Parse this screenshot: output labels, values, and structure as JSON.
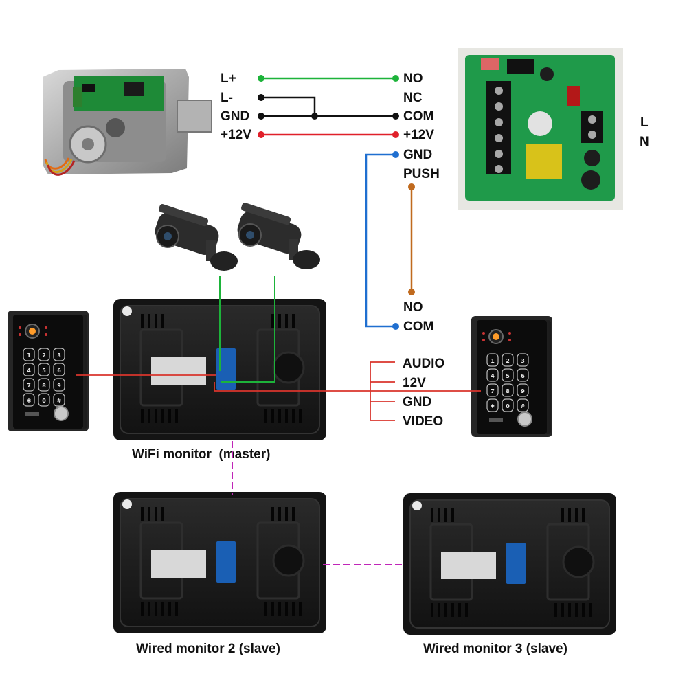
{
  "lock_terminals": [
    "L+",
    "L-",
    "GND",
    "+12V"
  ],
  "power_terminals": [
    "NO",
    "NC",
    "COM",
    "+12V",
    "GND",
    "PUSH"
  ],
  "mains_labels": [
    "L",
    "N"
  ],
  "exit_button_labels": [
    "NO",
    "COM"
  ],
  "monitor_wires": [
    "AUDIO",
    "12V",
    "GND",
    "VIDEO"
  ],
  "captions": {
    "master": "WiFi monitor  (master)",
    "slave2": "Wired monitor 2 (slave)",
    "slave3": "Wired monitor 3 (slave)"
  },
  "keypad_keys": [
    "1",
    "2",
    "3",
    "4",
    "5",
    "6",
    "7",
    "8",
    "9",
    "✱",
    "0",
    "#"
  ],
  "colors": {
    "green": "#1db33a",
    "black": "#111111",
    "red": "#e0202a",
    "blue": "#1f6fd0",
    "brown": "#c06a1e",
    "signal_red": "#d9352d",
    "magenta": "#c026b8",
    "mains_L": "#cc1a1a"
  },
  "icons": [
    "electric-lock-image",
    "power-supply-board-image",
    "cctv-camera-icon",
    "door-station-keypad-icon",
    "monitor-back-panel-icon"
  ]
}
